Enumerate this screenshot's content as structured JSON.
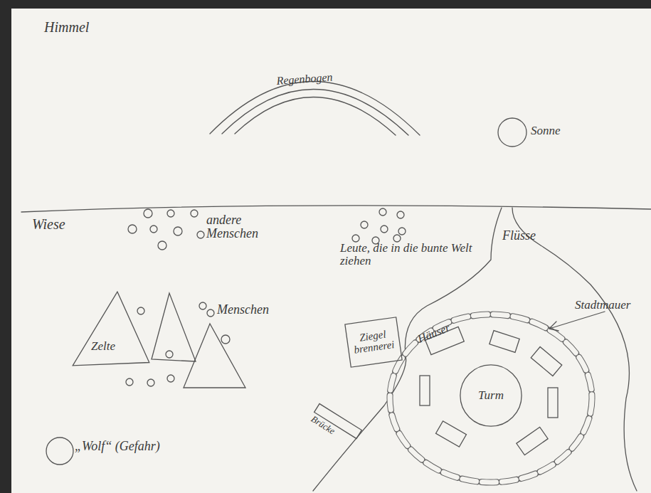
{
  "diagram": {
    "nodes": [
      {
        "text": [
          "Zelte"
        ]
      },
      {
        "text": [
          "Ziegel brennerei"
        ]
      },
      {
        "text": [
          "Turm"
        ]
      }
    ],
    "labels": [
      "Himmel",
      "Regenbogen",
      "Sonne",
      "Wiese",
      "andere Menschen",
      "Leute, die in die bunte Welt ziehen",
      "Flüsse",
      "Menschen",
      "Häuser",
      "Stadtmauer",
      "Brücke",
      "„Wolf“ (Gefahr)"
    ]
  }
}
